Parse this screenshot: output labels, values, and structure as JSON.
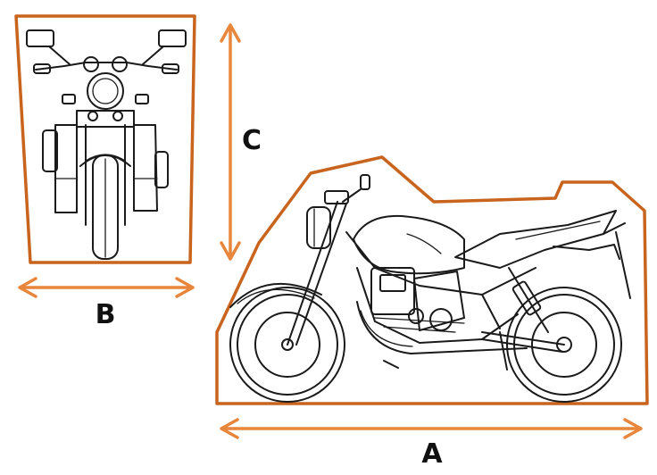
{
  "colors": {
    "cover_outline": "#c8641e",
    "arrow": "#e8863c",
    "line_art": "#1a1a1a"
  },
  "dimensions": {
    "a_label": "A",
    "b_label": "B",
    "c_label": "C"
  }
}
